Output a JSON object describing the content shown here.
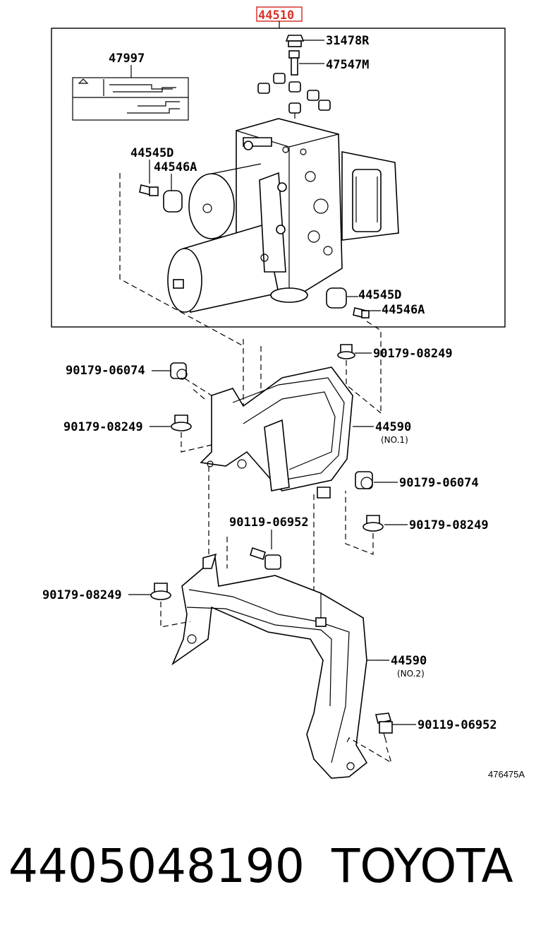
{
  "diagram": {
    "assembly_code": "44510",
    "reference": "476475A",
    "callouts": {
      "c31478R": "31478R",
      "c47547M": "47547M",
      "c47997": "47997",
      "c44545D_top": "44545D",
      "c44546A_top": "44546A",
      "c44545D_low": "44545D",
      "c44546A_low": "44546A",
      "c9017908249_a": "90179-08249",
      "c9017906074_a": "90179-06074",
      "c9017908249_b": "90179-08249",
      "c44590_1": "44590",
      "c44590_1_note": "(NO.1)",
      "c9017906074_b": "90179-06074",
      "c9011906952_a": "90119-06952",
      "c9017908249_c": "90179-08249",
      "c9017908249_d": "90179-08249",
      "c44590_2": "44590",
      "c44590_2_note": "(NO.2)",
      "c9011906952_b": "90119-06952"
    },
    "highlight_color": "#d9342b"
  },
  "footer": {
    "part_number": "4405048190",
    "brand": "TOYOTA"
  }
}
